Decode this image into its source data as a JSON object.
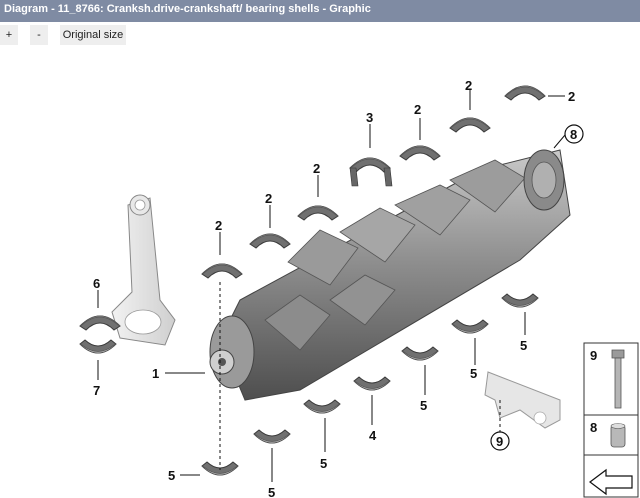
{
  "header": {
    "title": "Diagram - 11_8766: Cranksh.drive-crankshaft/ bearing shells - Graphic"
  },
  "toolbar": {
    "zoom_in": "+",
    "zoom_out": "-",
    "original_size": "Original size"
  },
  "diagram": {
    "callouts": {
      "c1": "1",
      "c2": "2",
      "c3": "3",
      "c4": "4",
      "c5": "5",
      "c6": "6",
      "c7": "7",
      "c8": "8",
      "c9": "9"
    },
    "legend": {
      "item9": "9",
      "item8": "8"
    }
  }
}
